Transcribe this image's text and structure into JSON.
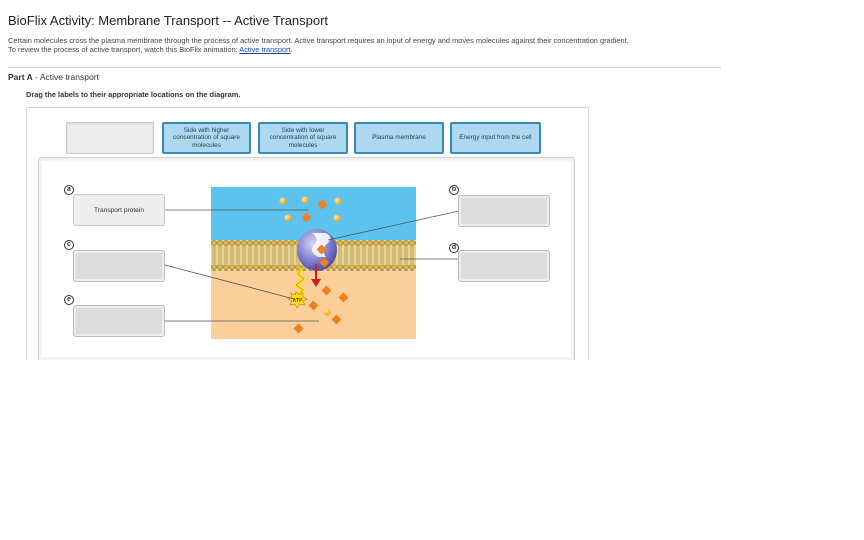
{
  "page": {
    "title": "BioFlix Activity: Membrane Transport -- Active Transport",
    "intro_line1": "Certain molecules cross the plasma membrane through the process of active transport. Active transport requires an input of energy and moves molecules against their concentration gradient.",
    "intro_line2_prefix": "To review the process of active transport, watch this BioFlix animation: ",
    "intro_link": "Active transport",
    "intro_line2_suffix": ".",
    "part_label": "Part A",
    "part_separator": " - ",
    "part_title": "Active transport",
    "instruction": "Drag the labels to their appropriate locations on the diagram."
  },
  "label_bank": [
    "Side with higher concentration of square molecules",
    "Side with lower concentration of square molecules",
    "Plasma membrane",
    "Energy input from the cell"
  ],
  "targets": [
    {
      "marker": "a",
      "value": "Transport protein"
    },
    {
      "marker": "b",
      "value": ""
    },
    {
      "marker": "c",
      "value": ""
    },
    {
      "marker": "d",
      "value": ""
    },
    {
      "marker": "e",
      "value": ""
    }
  ],
  "diagram": {
    "atp_label": "ATP",
    "colors": {
      "extracellular": "#5bc3ee",
      "cytoplasm": "#fccf9a",
      "membrane": "#d9b455",
      "protein": "#6f6fc6",
      "square_molecule": "#f07f1e",
      "round_molecule": "#f5a623",
      "arrow": "#d81b1b",
      "atp_burst": "#ffe11a",
      "chip_fill": "#aed8ee",
      "chip_border": "#3a88b8"
    }
  }
}
